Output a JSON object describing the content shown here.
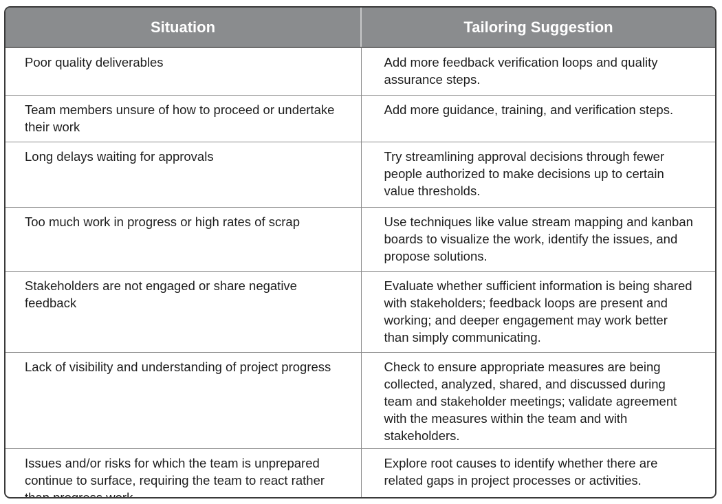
{
  "headers": {
    "situation": "Situation",
    "suggestion": "Tailoring Suggestion"
  },
  "colors": {
    "header_bg": "#8a8c8e",
    "header_text": "#ffffff",
    "border": "#3a3a3a",
    "body_text": "#1e1e1e"
  },
  "rows": [
    {
      "situation": "Poor quality deliverables",
      "suggestion": "Add more feedback verification loops and quality assurance steps."
    },
    {
      "situation": "Team members unsure of how to proceed or undertake their work",
      "suggestion": "Add more guidance, training, and verification steps."
    },
    {
      "situation": "Long delays waiting for approvals",
      "suggestion": "Try streamlining approval decisions through fewer people authorized to make decisions up to certain value thresholds."
    },
    {
      "situation": "Too much work in progress or high rates of scrap",
      "suggestion": "Use techniques like value stream mapping and kanban boards to visualize the work, identify the issues, and propose solutions."
    },
    {
      "situation": "Stakeholders are not engaged or share negative feedback",
      "suggestion": "Evaluate whether sufficient information is being shared with stakeholders; feedback loops are present and working; and deeper engagement may work better than simply communicating."
    },
    {
      "situation": "Lack of visibility and understanding of project progress",
      "suggestion": "Check to ensure appropriate measures are being collected, analyzed, shared, and discussed during team and stakeholder meetings; validate agreement with the measures within the team and with stakeholders."
    },
    {
      "situation": "Issues and/or risks for which the team is unprepared continue to surface, requiring the team to react rather than progress work",
      "suggestion": "Explore root causes to identify whether there are related gaps in project processes or activities."
    }
  ]
}
